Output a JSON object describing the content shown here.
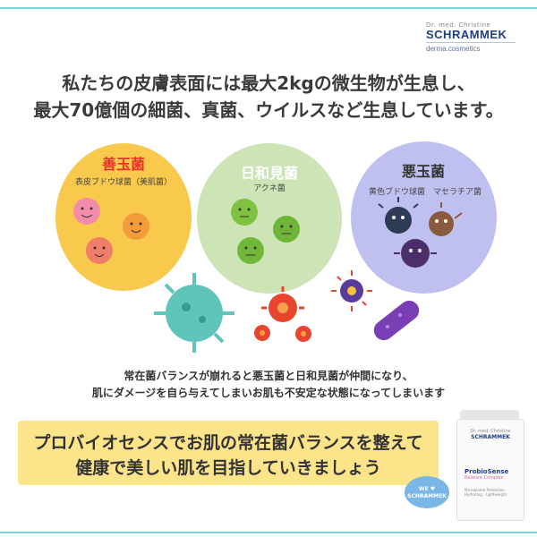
{
  "brand": {
    "line1": "Dr. med. Christine",
    "line2": "SCHRAMMEK",
    "line3": "derma.cosmetics"
  },
  "headline": {
    "line1": "私たちの皮膚表面には最大2kgの微生物が生息し、",
    "line2": "最大70億個の細菌、真菌、ウイルスなど生息しています。"
  },
  "groups": [
    {
      "title": "善玉菌",
      "subtitle": "表皮ブドウ球菌（美肌菌）",
      "title_color": "#e8312a"
    },
    {
      "title": "日和見菌",
      "subtitle": "アクネ菌",
      "title_color": "#ffffff"
    },
    {
      "title": "悪玉菌",
      "subtitle": "黄色ブドウ球菌　マセラチア菌",
      "title_color": "#333333"
    }
  ],
  "description": {
    "line1": "常在菌バランスが崩れると悪玉菌と日和見菌が仲間になり、",
    "line2": "肌にダメージを自ら与えてしまいお肌も不安定な状態になってしまいます"
  },
  "cta": {
    "line1": "プロバイオセンスでお肌の常在菌バランスを整えて",
    "line2": "健康で美しい肌を目指していきましょう"
  },
  "product": {
    "brand_small": "Dr. med. Christine",
    "brand": "SCHRAMMEK",
    "name": "ProbioSense",
    "sub": "Balance Complex",
    "fine": "Microbiome Protection · Hydrating · Lightweight"
  },
  "badge": {
    "line1": "WE ♥",
    "line2": "SCHRAMMEK"
  },
  "colors": {
    "frame": "#7ed3d8",
    "good_bg": "#f8c94d",
    "neutral_bg": "#cde4b7",
    "bad_bg": "#bfc0ef",
    "cta_band": "#fbe48a"
  }
}
